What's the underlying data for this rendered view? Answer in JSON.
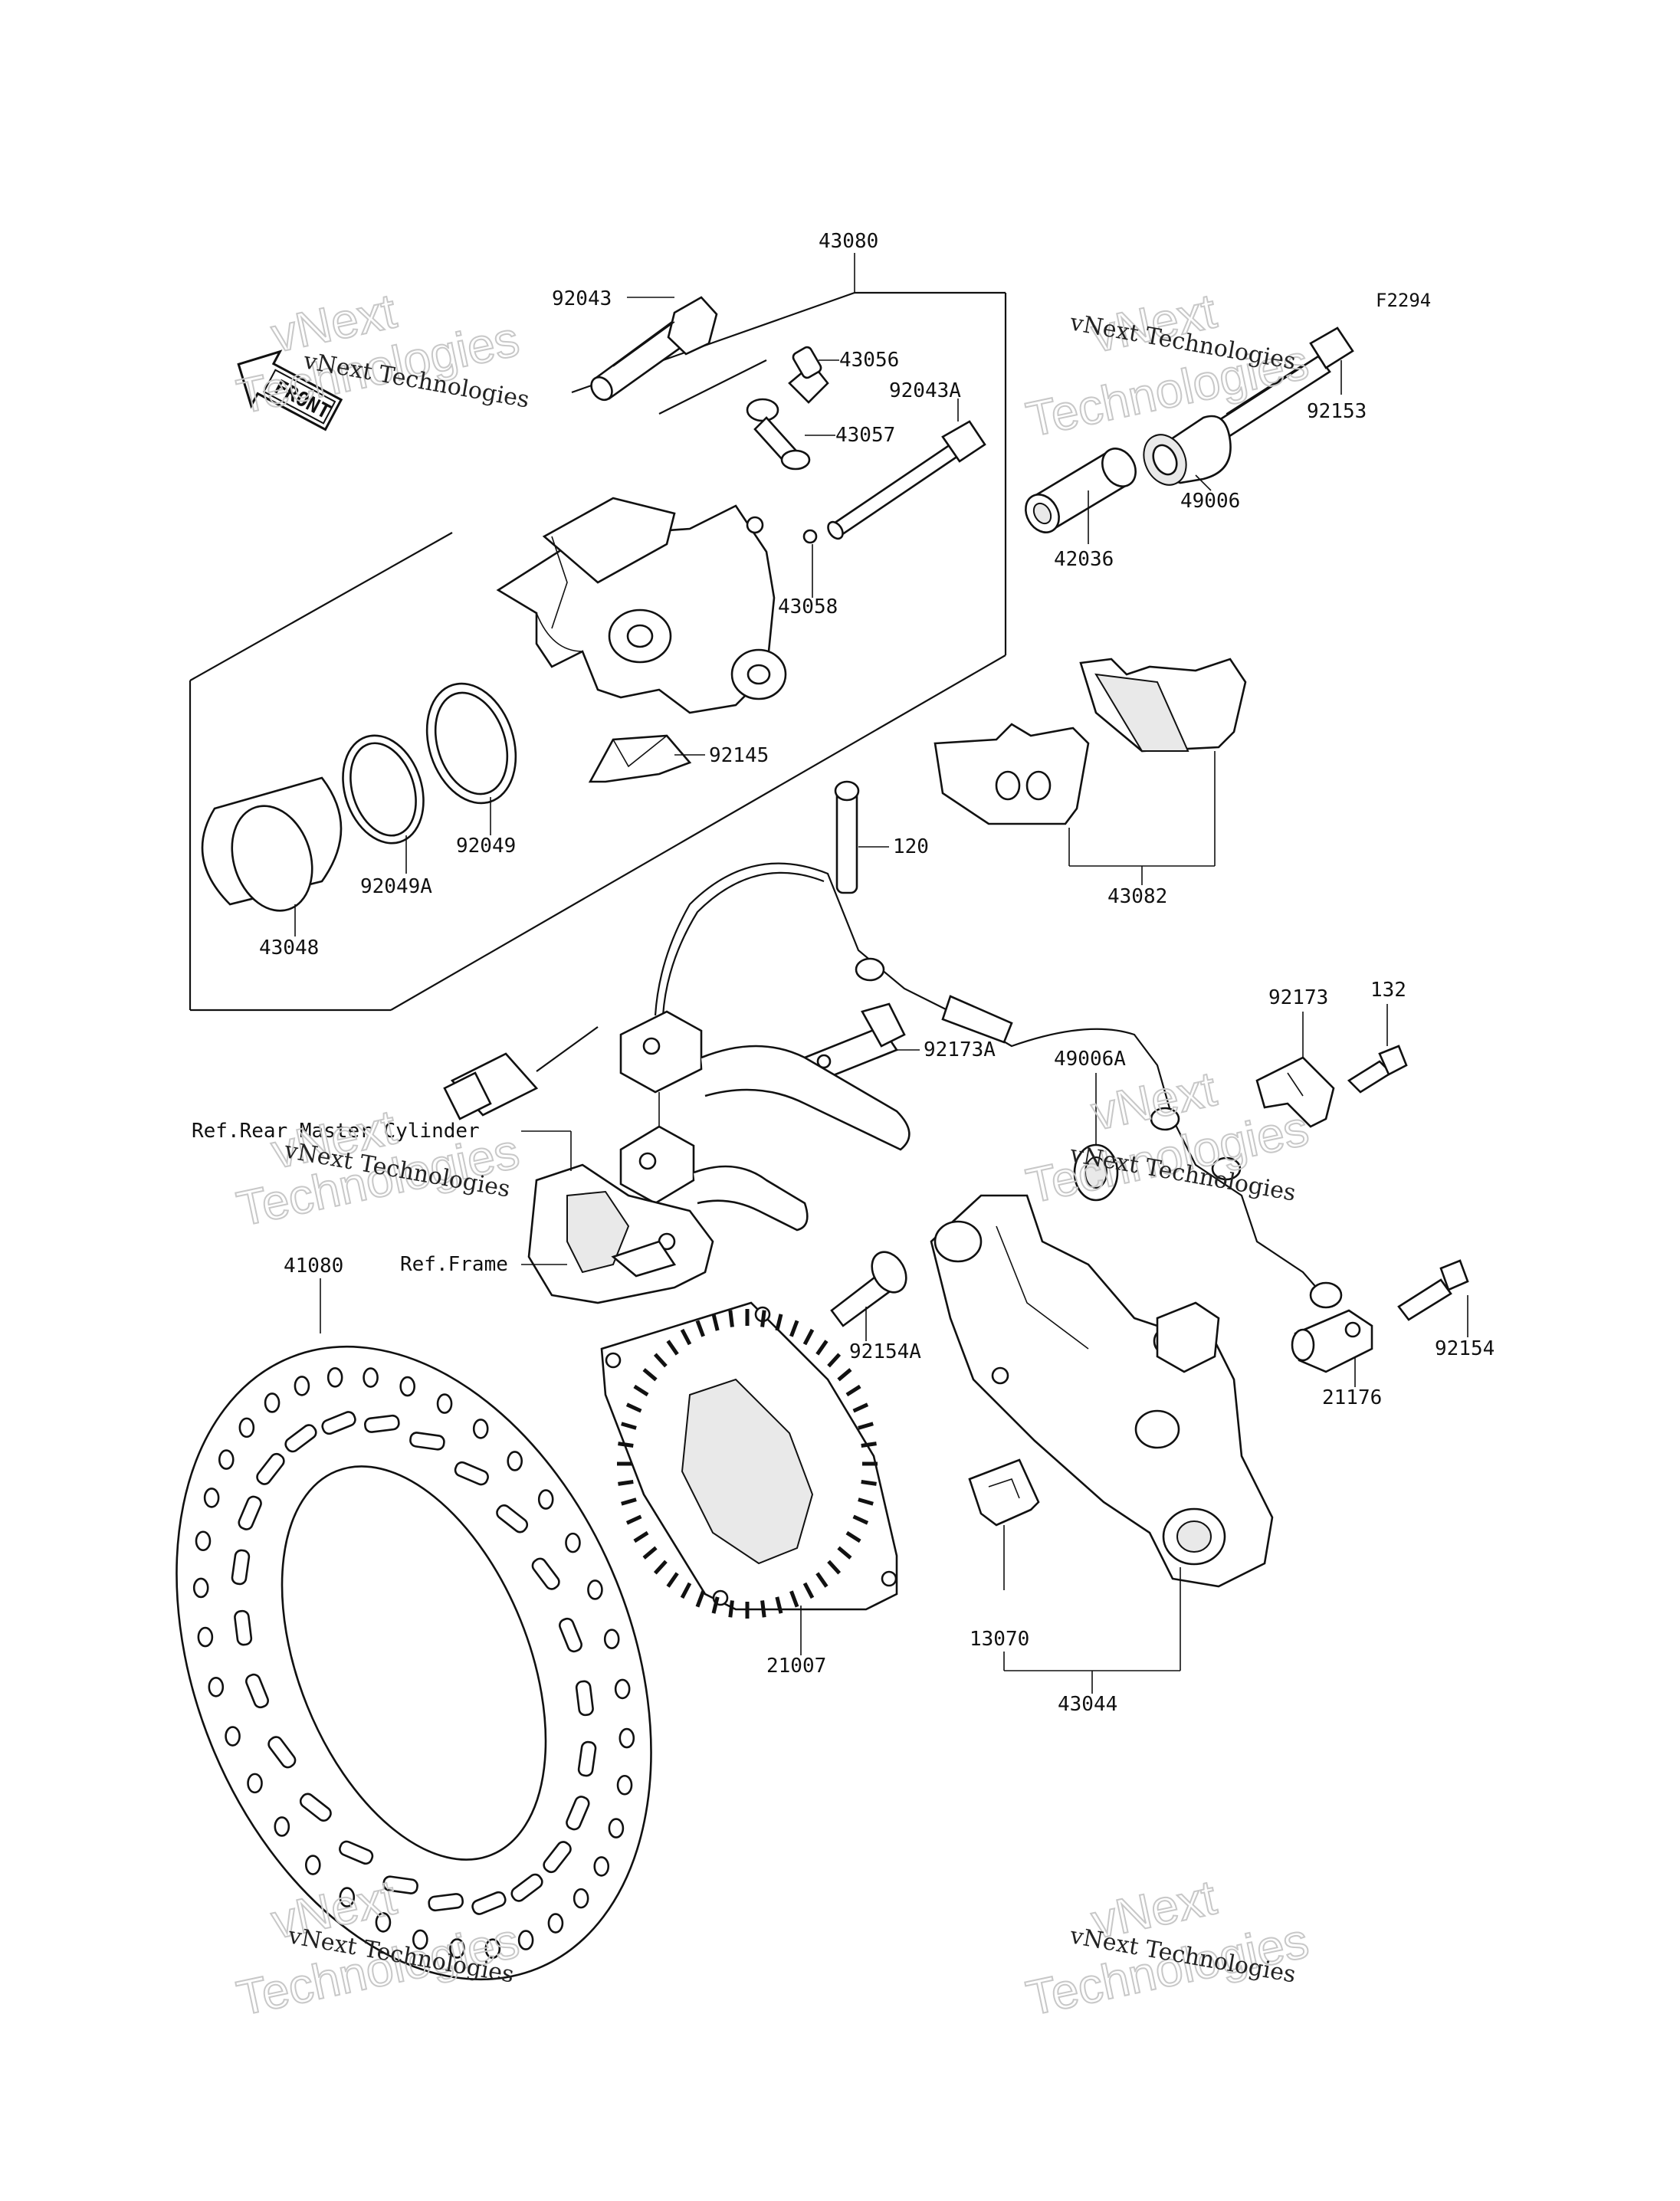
{
  "diagram": {
    "code": "F2294",
    "front_label": "FRONT",
    "refs": {
      "rear_master_cylinder": "Ref.Rear Master Cylinder",
      "frame": "Ref.Frame"
    },
    "parts": [
      {
        "id": "43080",
        "label": "43080"
      },
      {
        "id": "92043",
        "label": "92043"
      },
      {
        "id": "43056",
        "label": "43056"
      },
      {
        "id": "92043A",
        "label": "92043A"
      },
      {
        "id": "43057",
        "label": "43057"
      },
      {
        "id": "43058",
        "label": "43058"
      },
      {
        "id": "42036",
        "label": "42036"
      },
      {
        "id": "92153",
        "label": "92153"
      },
      {
        "id": "49006",
        "label": "49006"
      },
      {
        "id": "92145",
        "label": "92145"
      },
      {
        "id": "92049",
        "label": "92049"
      },
      {
        "id": "92049A",
        "label": "92049A"
      },
      {
        "id": "43048",
        "label": "43048"
      },
      {
        "id": "120",
        "label": "120"
      },
      {
        "id": "43082",
        "label": "43082"
      },
      {
        "id": "92173",
        "label": "92173"
      },
      {
        "id": "132",
        "label": "132"
      },
      {
        "id": "92173A",
        "label": "92173A"
      },
      {
        "id": "49006A",
        "label": "49006A"
      },
      {
        "id": "41080",
        "label": "41080"
      },
      {
        "id": "92154A",
        "label": "92154A"
      },
      {
        "id": "92154",
        "label": "92154"
      },
      {
        "id": "21176",
        "label": "21176"
      },
      {
        "id": "13070",
        "label": "13070"
      },
      {
        "id": "21007",
        "label": "21007"
      },
      {
        "id": "43044",
        "label": "43044"
      }
    ]
  },
  "watermark": {
    "line1": "vNext Technologies",
    "line2": "vNext",
    "line3": "Technologies"
  }
}
